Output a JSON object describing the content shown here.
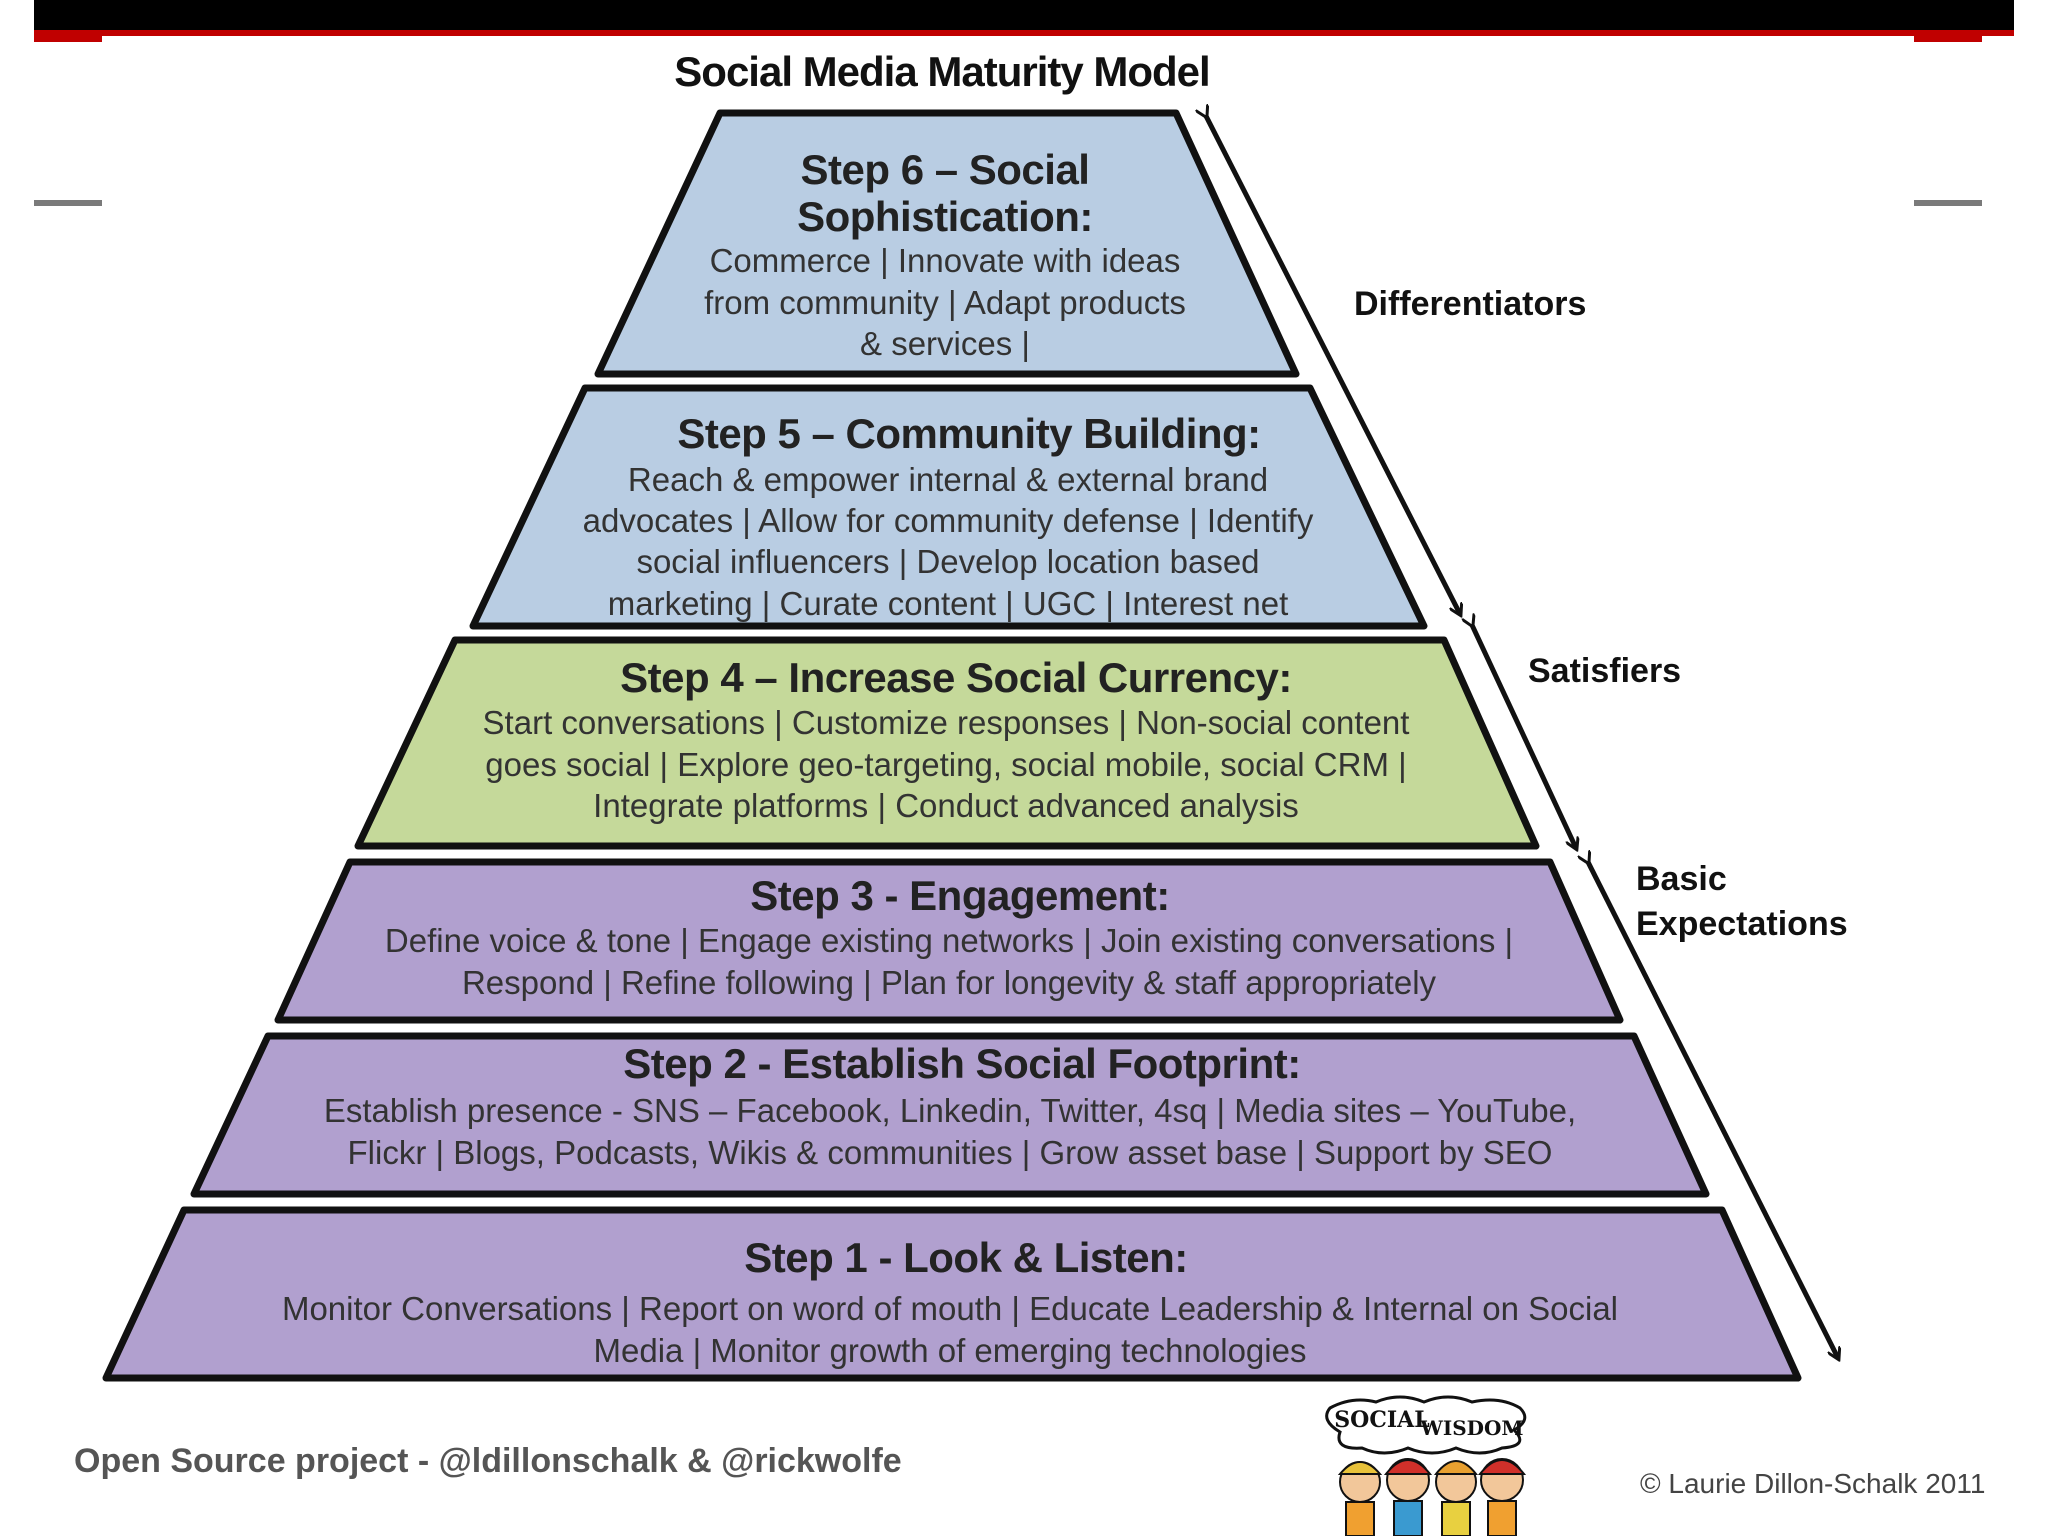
{
  "title": "Social Media Maturity Model",
  "colors": {
    "blue": "#b9cde3",
    "green": "#c5d99a",
    "purple": "#b1a0cf",
    "stroke": "#111111",
    "accent_red": "#c00000"
  },
  "steps": [
    {
      "id": "step6",
      "title_lines": [
        "Step 6 – Social",
        "Sophistication:"
      ],
      "body_lines": [
        "Commerce | Innovate with ideas",
        "from community | Adapt products",
        "& services |"
      ]
    },
    {
      "id": "step5",
      "title_lines": [
        "Step 5 – Community Building:"
      ],
      "body_lines": [
        "Reach & empower internal & external brand",
        "advocates | Allow for community defense | Identify",
        "social influencers  | Develop location based",
        "marketing  |  Curate content  | UGC | Interest net"
      ]
    },
    {
      "id": "step4",
      "title_lines": [
        "Step 4 – Increase Social Currency:"
      ],
      "body_lines": [
        "Start conversations | Customize responses | Non-social content",
        "goes social | Explore geo-targeting, social mobile, social CRM |",
        "Integrate platforms | Conduct advanced analysis"
      ]
    },
    {
      "id": "step3",
      "title_lines": [
        "Step 3 - Engagement:"
      ],
      "body_lines": [
        "Define voice & tone |  Engage existing networks |  Join existing conversations |",
        "Respond |  Refine following  |  Plan for longevity & staff appropriately"
      ]
    },
    {
      "id": "step2",
      "title_lines": [
        "Step 2 - Establish Social Footprint:"
      ],
      "body_lines": [
        "Establish presence - SNS – Facebook, Linkedin, Twitter, 4sq | Media sites – YouTube,",
        "Flickr | Blogs, Podcasts, Wikis & communities  |  Grow asset base |  Support by SEO"
      ]
    },
    {
      "id": "step1",
      "title_lines": [
        "Step 1 - Look & Listen:"
      ],
      "body_lines": [
        "Monitor Conversations  |  Report on word of mouth  |  Educate Leadership & Internal on Social",
        "Media  |  Monitor growth of emerging technologies"
      ]
    }
  ],
  "side_labels": {
    "differentiators": [
      "Differentiators"
    ],
    "satisfiers": [
      "Satisfiers"
    ],
    "basic": [
      "Basic",
      "Expectations"
    ]
  },
  "logo": {
    "top_text": "SOCIAL",
    "bottom_text": "WISDOM"
  },
  "footer": {
    "left": "Open Source project - @ldillonschalk & @rickwolfe",
    "right": "© Laurie Dillon-Schalk  2011"
  }
}
